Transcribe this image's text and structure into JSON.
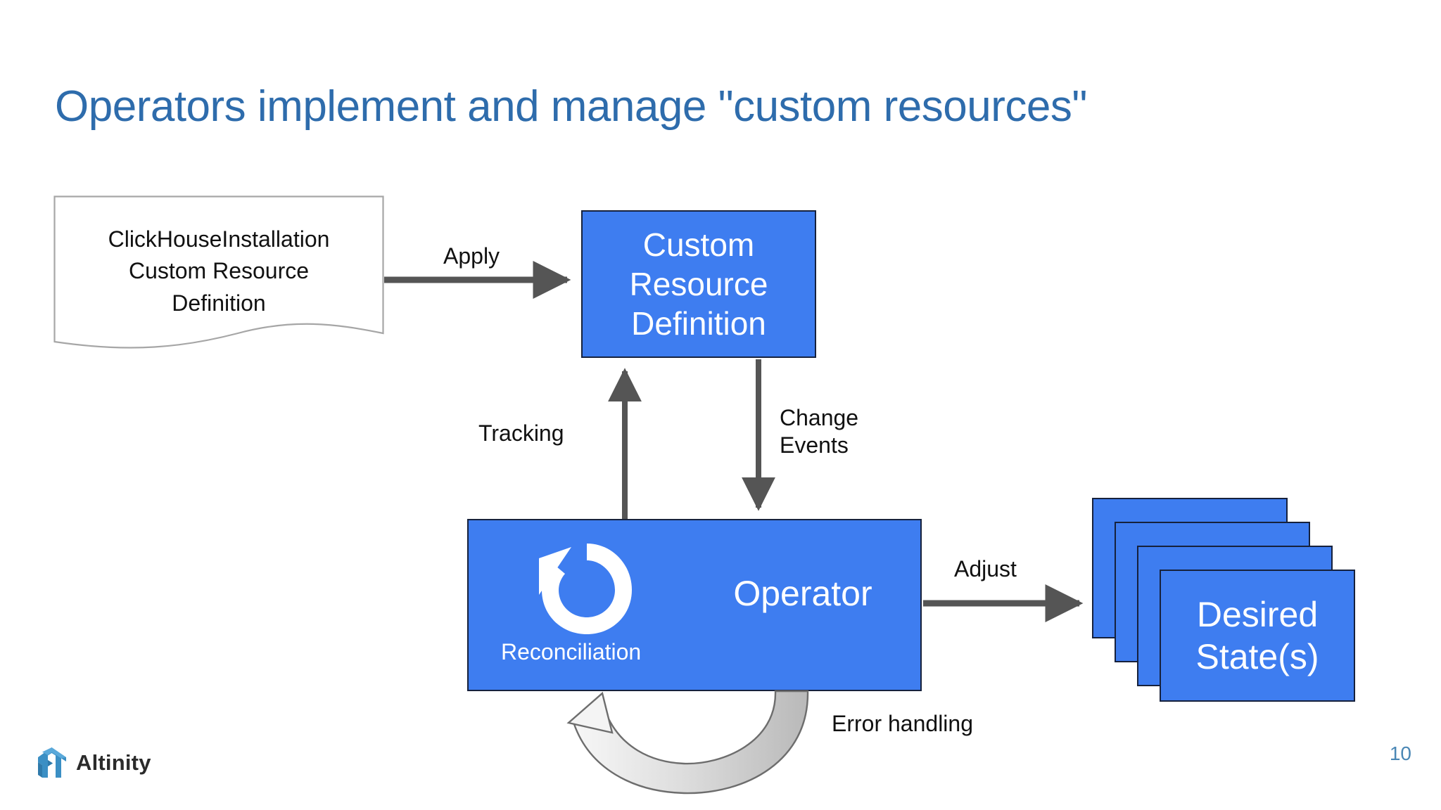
{
  "slide": {
    "title": "Operators implement and manage \"custom resources\"",
    "page_number": "10",
    "background": "#ffffff",
    "title_color": "#2E6CAC",
    "accent_blue": "#3E7DF0",
    "arrow_gray": "#555555"
  },
  "diagram": {
    "type": "flow-diagram",
    "source_document": {
      "name": "clickhouse-installation-crd-document",
      "lines": [
        "ClickHouseInstallation",
        "Custom Resource",
        "Definition"
      ]
    },
    "nodes": [
      {
        "id": "custom-resource-definition",
        "lines": [
          "Custom",
          "Resource",
          "Definition"
        ],
        "style": "blue-box"
      },
      {
        "id": "operator",
        "label": "Operator",
        "sub_label": "Reconciliation",
        "icon": "circular-arrow-icon",
        "style": "blue-box"
      },
      {
        "id": "desired-states",
        "lines": [
          "Desired",
          "State(s)"
        ],
        "stack_count": 4,
        "style": "blue-box-stack"
      }
    ],
    "edges": [
      {
        "id": "apply",
        "label": "Apply",
        "from": "crd-document",
        "to": "custom-resource-definition"
      },
      {
        "id": "tracking",
        "label": "Tracking",
        "from": "operator",
        "to": "custom-resource-definition"
      },
      {
        "id": "change-events",
        "label": "Change\nEvents",
        "from": "custom-resource-definition",
        "to": "operator"
      },
      {
        "id": "adjust",
        "label": "Adjust",
        "from": "operator",
        "to": "desired-states"
      },
      {
        "id": "error-handling",
        "label": "Error handling",
        "from": "operator",
        "to": "operator"
      }
    ]
  },
  "footer": {
    "brand": "Altinity",
    "logo_icon": "altinity-logo-icon"
  }
}
